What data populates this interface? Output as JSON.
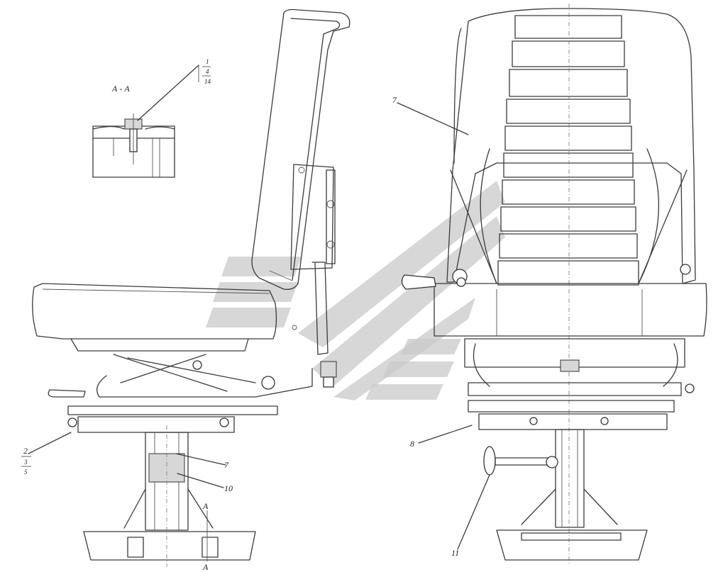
{
  "section": {
    "title": "А - А"
  },
  "callouts": {
    "c1": "1",
    "c1_sub1": "4",
    "c1_sub2": "14",
    "c2": "2",
    "c2_sub1": "3",
    "c2_sub2": "5",
    "c7a": "7",
    "c7b": "7",
    "c8": "8",
    "c10": "10",
    "c11": "11",
    "cut_top": "А",
    "cut_bottom": "А"
  }
}
